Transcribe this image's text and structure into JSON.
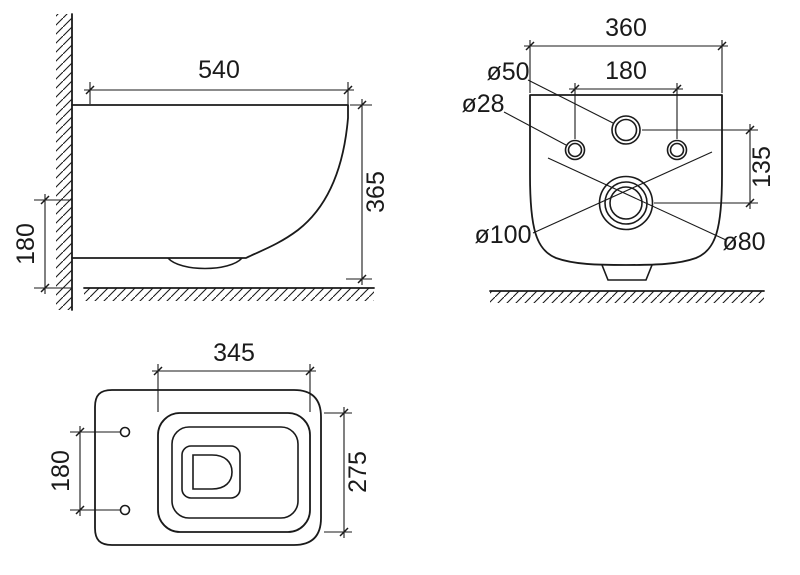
{
  "drawing": {
    "line_color": "#1a1a1a",
    "background_color": "#ffffff",
    "side_view": {
      "width_label": "540",
      "height_label": "365",
      "floor_offset_label": "180"
    },
    "rear_view": {
      "width_label": "360",
      "bolt_spacing_label": "180",
      "dia50_label": "ø50",
      "dia28_label": "ø28",
      "offset_label": "135",
      "dia100_label": "ø100",
      "dia80_label": "ø80"
    },
    "top_view": {
      "inner_length_label": "345",
      "hinge_spacing_label": "180",
      "depth_label": "275"
    }
  }
}
